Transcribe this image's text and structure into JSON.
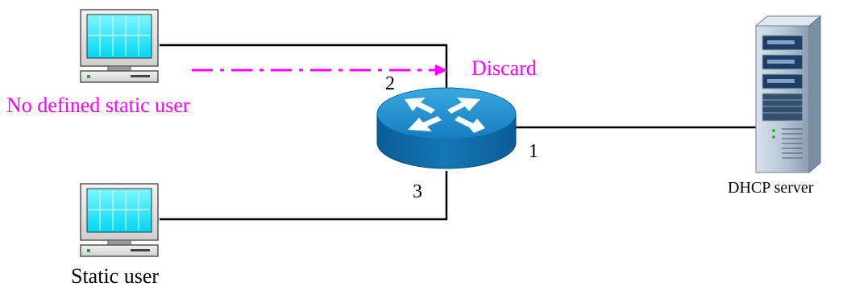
{
  "colors": {
    "accent": "#ff00ff",
    "screen": "#00e8ff",
    "router_top": "#1c8bc8",
    "router_side": "#0a5f97",
    "server_body": "#b8c7d6"
  },
  "labels": {
    "discard": "Discard",
    "no_defined_static_user": "No defined static user",
    "static_user": "Static user",
    "dhcp_server": "DHCP server",
    "port_1": "1",
    "port_2": "2",
    "port_3": "3"
  },
  "icons": {
    "top_pc": "desktop-computer-icon",
    "bottom_pc": "desktop-computer-icon",
    "router": "router-icon",
    "server": "server-tower-icon"
  }
}
